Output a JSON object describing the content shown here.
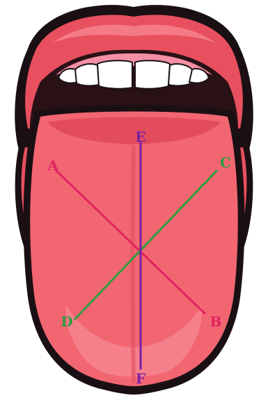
{
  "diagram": {
    "points": [
      {
        "id": "A",
        "label": "A",
        "color": "#e0245e"
      },
      {
        "id": "B",
        "label": "B",
        "color": "#e0245e"
      },
      {
        "id": "C",
        "label": "C",
        "color": "#2e9e3e"
      },
      {
        "id": "D",
        "label": "D",
        "color": "#2e9e3e"
      },
      {
        "id": "E",
        "label": "E",
        "color": "#7b1fa2"
      },
      {
        "id": "F",
        "label": "F",
        "color": "#7b1fa2"
      }
    ],
    "lines": [
      {
        "from": "A",
        "to": "B",
        "color": "#e0245e"
      },
      {
        "from": "C",
        "to": "D",
        "color": "#2e9e3e"
      },
      {
        "from": "E",
        "to": "F",
        "color": "#7b1fa2"
      }
    ]
  },
  "colors": {
    "outline": "#1a1013",
    "lips": "#e8505f",
    "lips_highlight": "#f47a86",
    "mouth_inside": "#2a1116",
    "gums": "#f48fa5",
    "teeth": "#ffffff",
    "tongue": "#f26672",
    "tongue_highlight": "#f58a95",
    "tongue_shadow": "#e24c5b"
  }
}
